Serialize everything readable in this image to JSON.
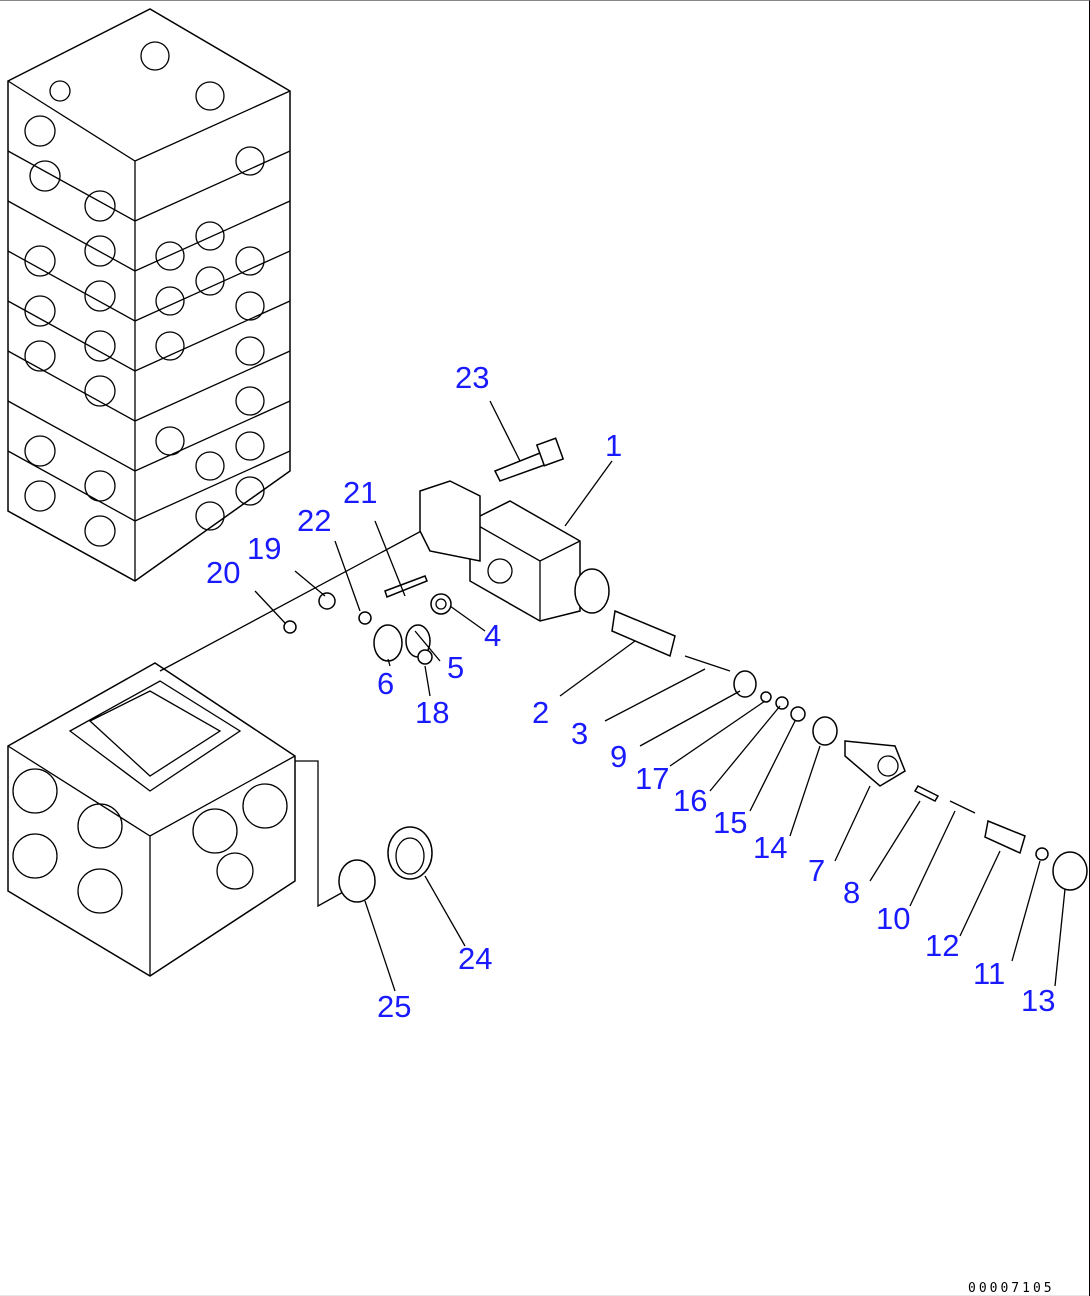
{
  "diagram": {
    "parts": [
      {
        "no": "1"
      },
      {
        "no": "2"
      },
      {
        "no": "3"
      },
      {
        "no": "4"
      },
      {
        "no": "5"
      },
      {
        "no": "6"
      },
      {
        "no": "7"
      },
      {
        "no": "8"
      },
      {
        "no": "9"
      },
      {
        "no": "10"
      },
      {
        "no": "11"
      },
      {
        "no": "12"
      },
      {
        "no": "13"
      },
      {
        "no": "14"
      },
      {
        "no": "15"
      },
      {
        "no": "16"
      },
      {
        "no": "17"
      },
      {
        "no": "18"
      },
      {
        "no": "19"
      },
      {
        "no": "20"
      },
      {
        "no": "21"
      },
      {
        "no": "22"
      },
      {
        "no": "23"
      },
      {
        "no": "24"
      },
      {
        "no": "25"
      }
    ],
    "drawing_code": "00007105",
    "label_color": "#1a1aff"
  }
}
